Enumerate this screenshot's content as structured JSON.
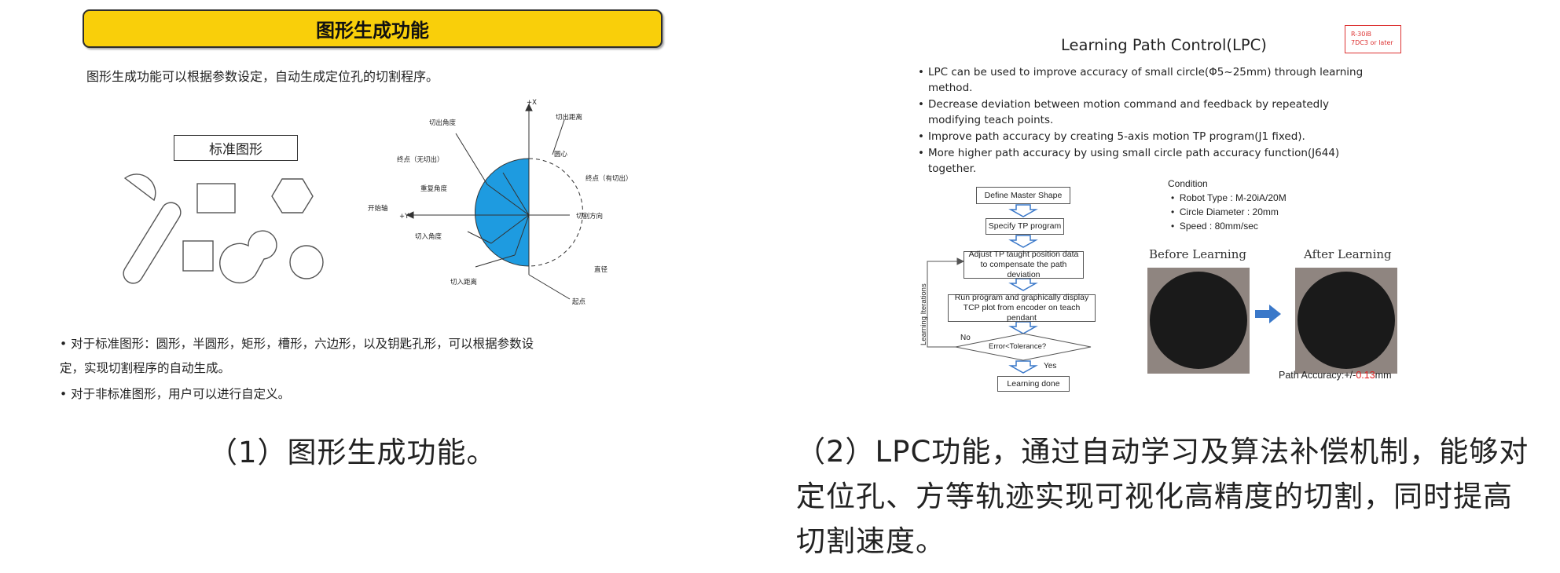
{
  "left_panel": {
    "title": "图形生成功能",
    "intro": "图形生成功能可以根据参数设定，自动生成定位孔的切割程序。",
    "std_shapes_label": "标准图形",
    "diagram_labels": {
      "plus_x": "+X",
      "plus_y": "+Y",
      "cut_out_angle": "切出角度",
      "cut_out_distance": "切出距离",
      "end_point_no_cutout": "终点（无切出）",
      "center": "圆心",
      "end_point_with_cutout": "终点（有切出）",
      "overlap_angle": "重复角度",
      "cut_direction": "切割方向",
      "start_axis": "开始轴",
      "cut_in_angle": "切入角度",
      "diameter": "直径",
      "cut_in_distance": "切入距离",
      "start_point": "起点"
    },
    "bullet1_line1": "• 对于标准图形：圆形，半圆形，矩形，槽形，六边形，以及钥匙孔形，可以根据参数设",
    "bullet1_line2": "定，实现切割程序的自动生成。",
    "bullet2": "• 对于非标准图形，用户可以进行自定义。",
    "caption": "（1）图形生成功能。"
  },
  "right_panel": {
    "title": "Learning Path Control(LPC)",
    "version_line1": "R-30iB",
    "version_line2": "7DC3 or later",
    "bullets": [
      "LPC can be used to improve accuracy of small circle(Φ5~25mm) through learning method.",
      "Decrease deviation between motion command and feedback by repeatedly modifying teach points.",
      "Improve path accuracy by creating 5-axis motion TP program(J1 fixed).",
      "More higher path accuracy by using small circle path accuracy function(J644) together."
    ],
    "flow": {
      "define": "Define Master Shape",
      "specify": "Specify TP program",
      "adjust": "Adjust TP taught position data to compensate the path deviation",
      "run": "Run program and graphically display TCP plot from encoder on teach pendant",
      "decision": "Error<Tolerance?",
      "no": "No",
      "yes": "Yes",
      "done": "Learning done",
      "iterations": "Learning Iterations"
    },
    "condition": {
      "heading": "Condition",
      "items": [
        "Robot Type : M-20iA/20M",
        "Circle Diameter : 20mm",
        "Speed : 80mm/sec"
      ]
    },
    "before_label": "Before Learning",
    "after_label": "After Learning",
    "accuracy_prefix": "Path Accuracy:+/-",
    "accuracy_value": "0.13",
    "accuracy_unit": "mm",
    "caption": "（2）LPC功能，通过自动学习及算法补偿机制，能够对定位孔、方等轨迹实现可视化高精度的切割，同时提高切割速度。"
  },
  "colors": {
    "title_bg": "#f9cf0a",
    "arc_fill": "#1e9be0",
    "accent_red": "#e02020",
    "arrow_blue": "#3a78c9"
  }
}
